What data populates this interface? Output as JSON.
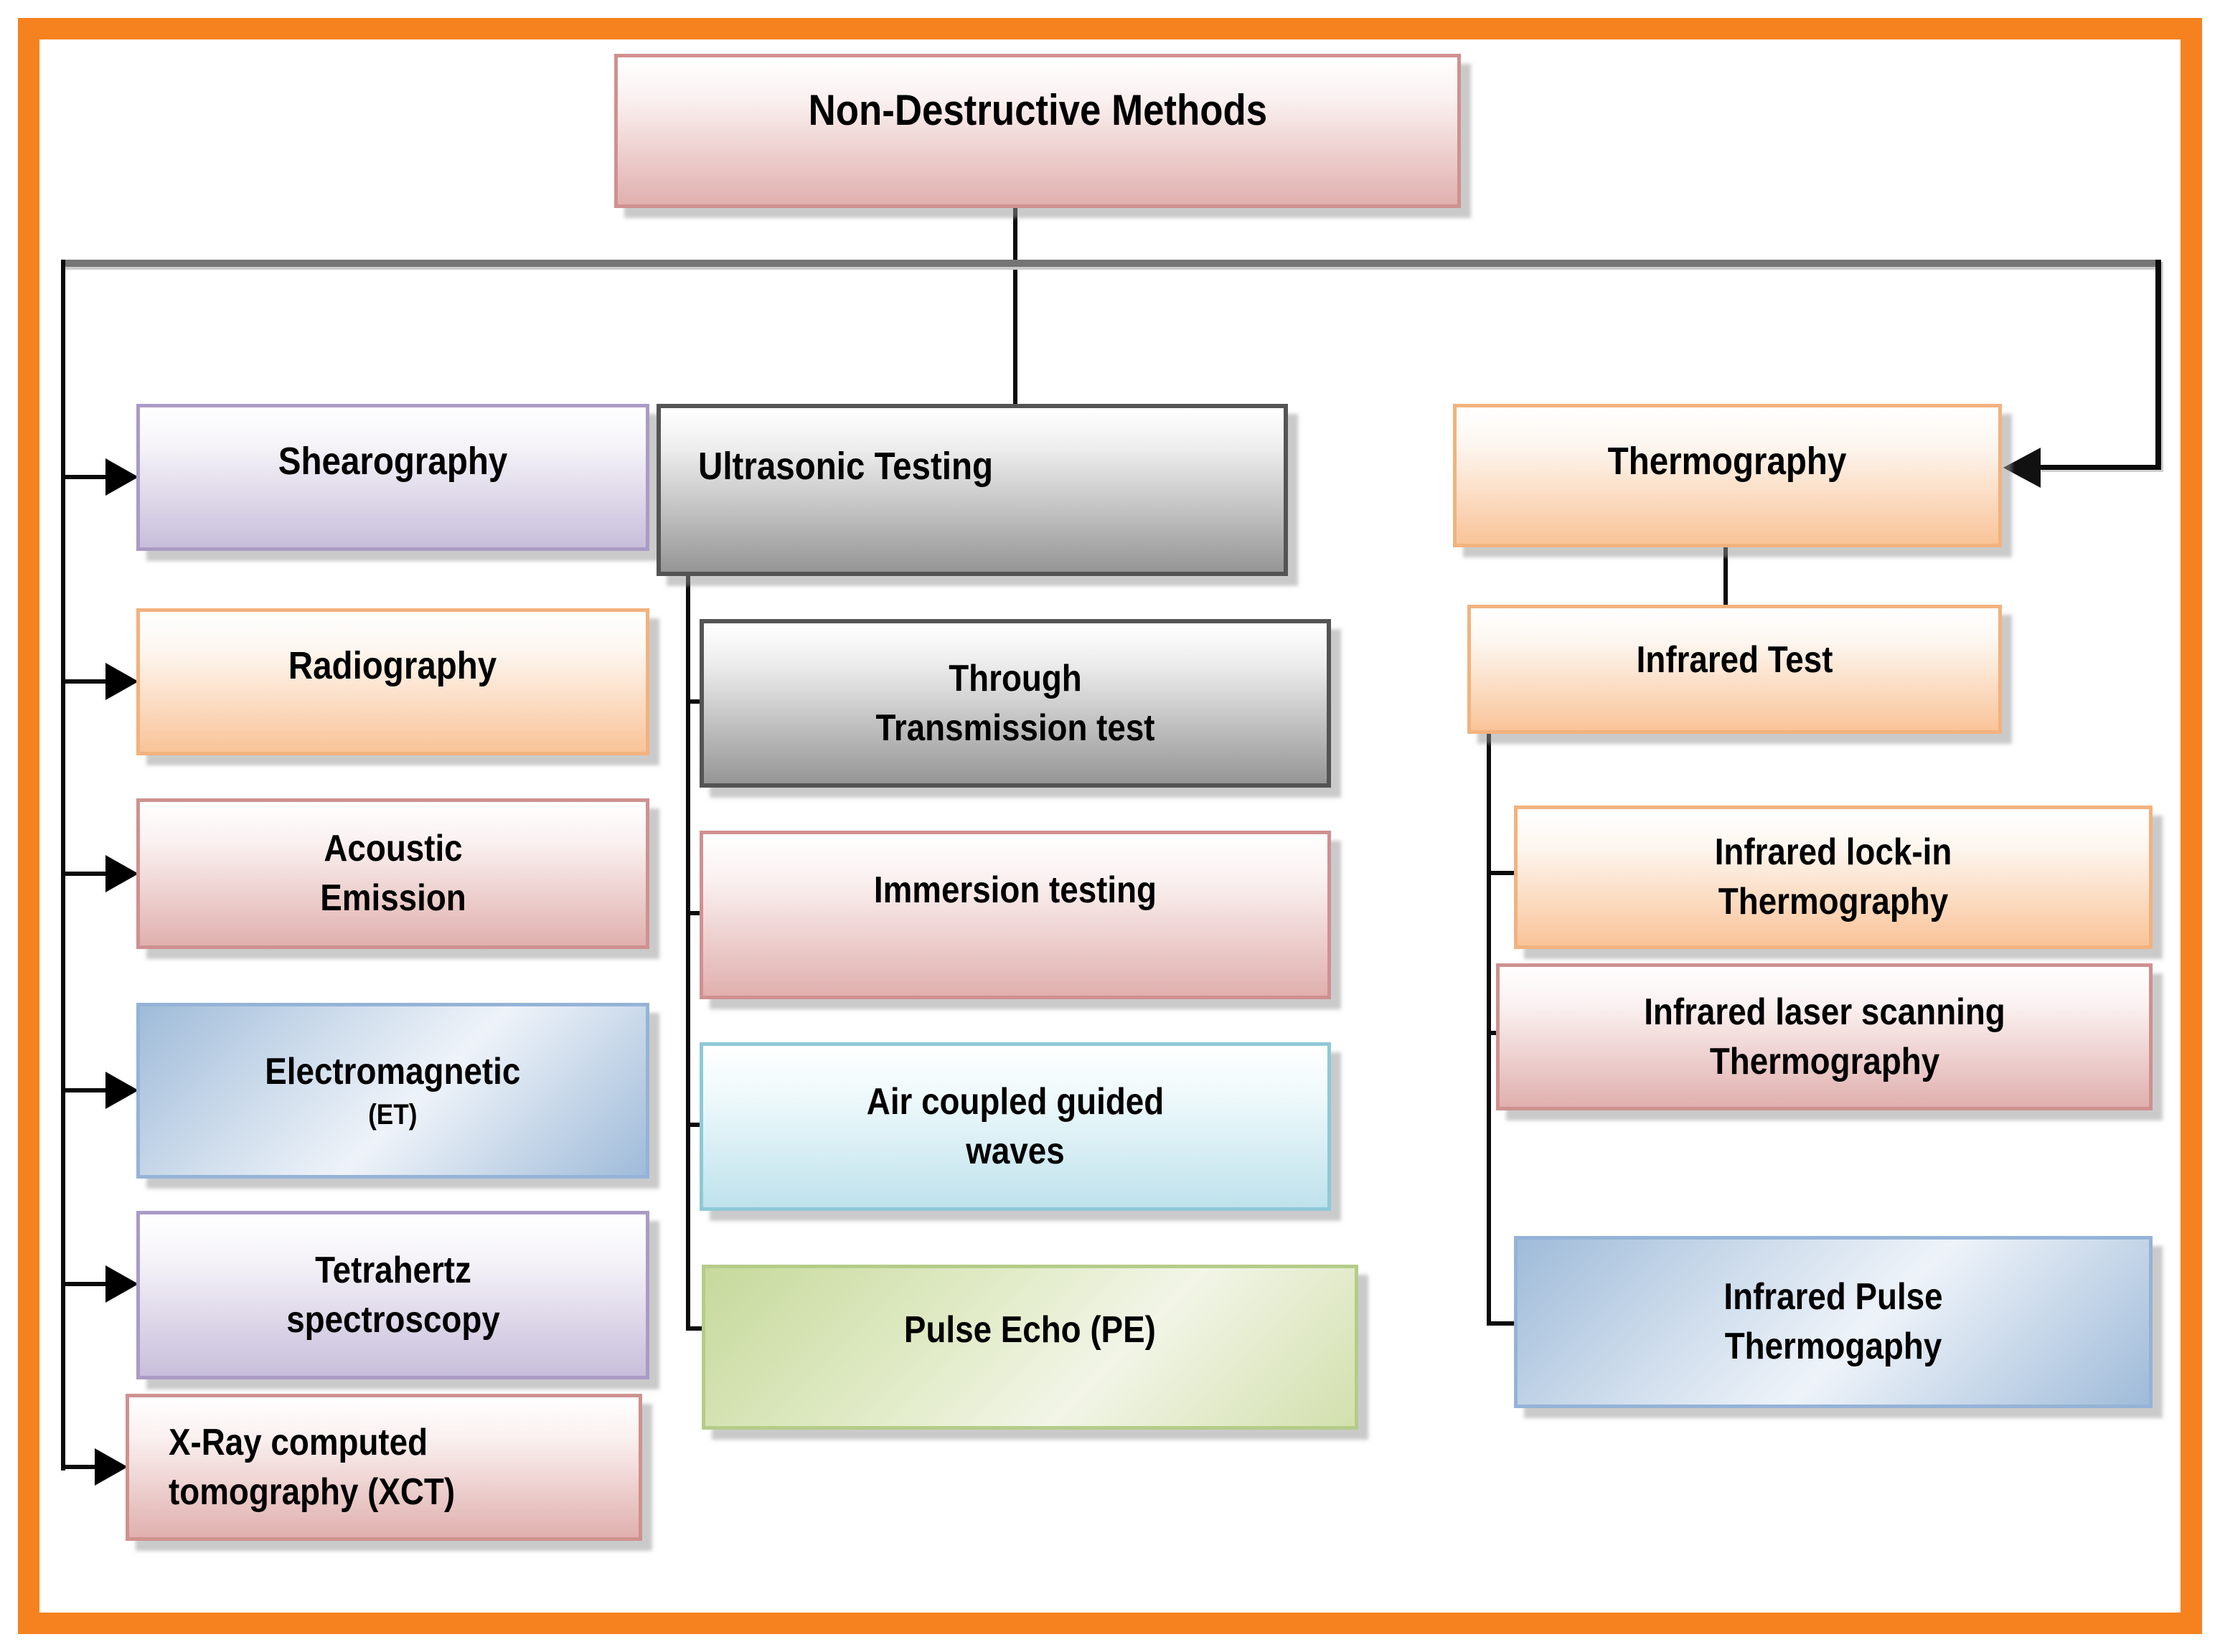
{
  "frame": {
    "border_color": "#F6821F"
  },
  "palette": {
    "pink_fill": "#E0B0AE",
    "pink_border": "#CF918F",
    "purple_fill": "#C8BEDB",
    "purple_border": "#A99BC5",
    "orange_fill": "#F9C499",
    "orange_border": "#F2B27E",
    "gray_fill": "#969696",
    "gray_border": "#545454",
    "blue_fill": "#9FBBD9",
    "blue_border": "#95B3D7",
    "lightblue_fill": "#BFE2EC",
    "lightblue_border": "#8EC8D8",
    "green_fill": "#CFDFA9",
    "green_border": "#B5CC88",
    "connector_color": "#000000",
    "rail_color": "#757575"
  },
  "nodes": {
    "root": {
      "label": "Non-Destructive Methods"
    },
    "left": [
      {
        "label": "Shearography"
      },
      {
        "label": "Radiography"
      },
      {
        "label": "Acoustic Emission"
      },
      {
        "label": "Electromagnetic",
        "sublabel": "(ET)"
      },
      {
        "label": "Tetrahertz spectroscopy"
      },
      {
        "label": "X-Ray computed tomography (XCT)"
      }
    ],
    "middle": {
      "parent": {
        "label": "Ultrasonic Testing"
      },
      "children": [
        {
          "label": "Through Transmission test"
        },
        {
          "label": "Immersion testing"
        },
        {
          "label": "Air coupled guided waves"
        },
        {
          "label": "Pulse Echo (PE)"
        }
      ]
    },
    "right": {
      "parent": {
        "label": "Thermography"
      },
      "child": {
        "label": "Infrared Test"
      },
      "grandchildren": [
        {
          "label": "Infrared lock-in Thermography"
        },
        {
          "label": "Infrared laser scanning Thermography"
        },
        {
          "label": "Infrared Pulse Thermogaphy"
        }
      ]
    }
  }
}
